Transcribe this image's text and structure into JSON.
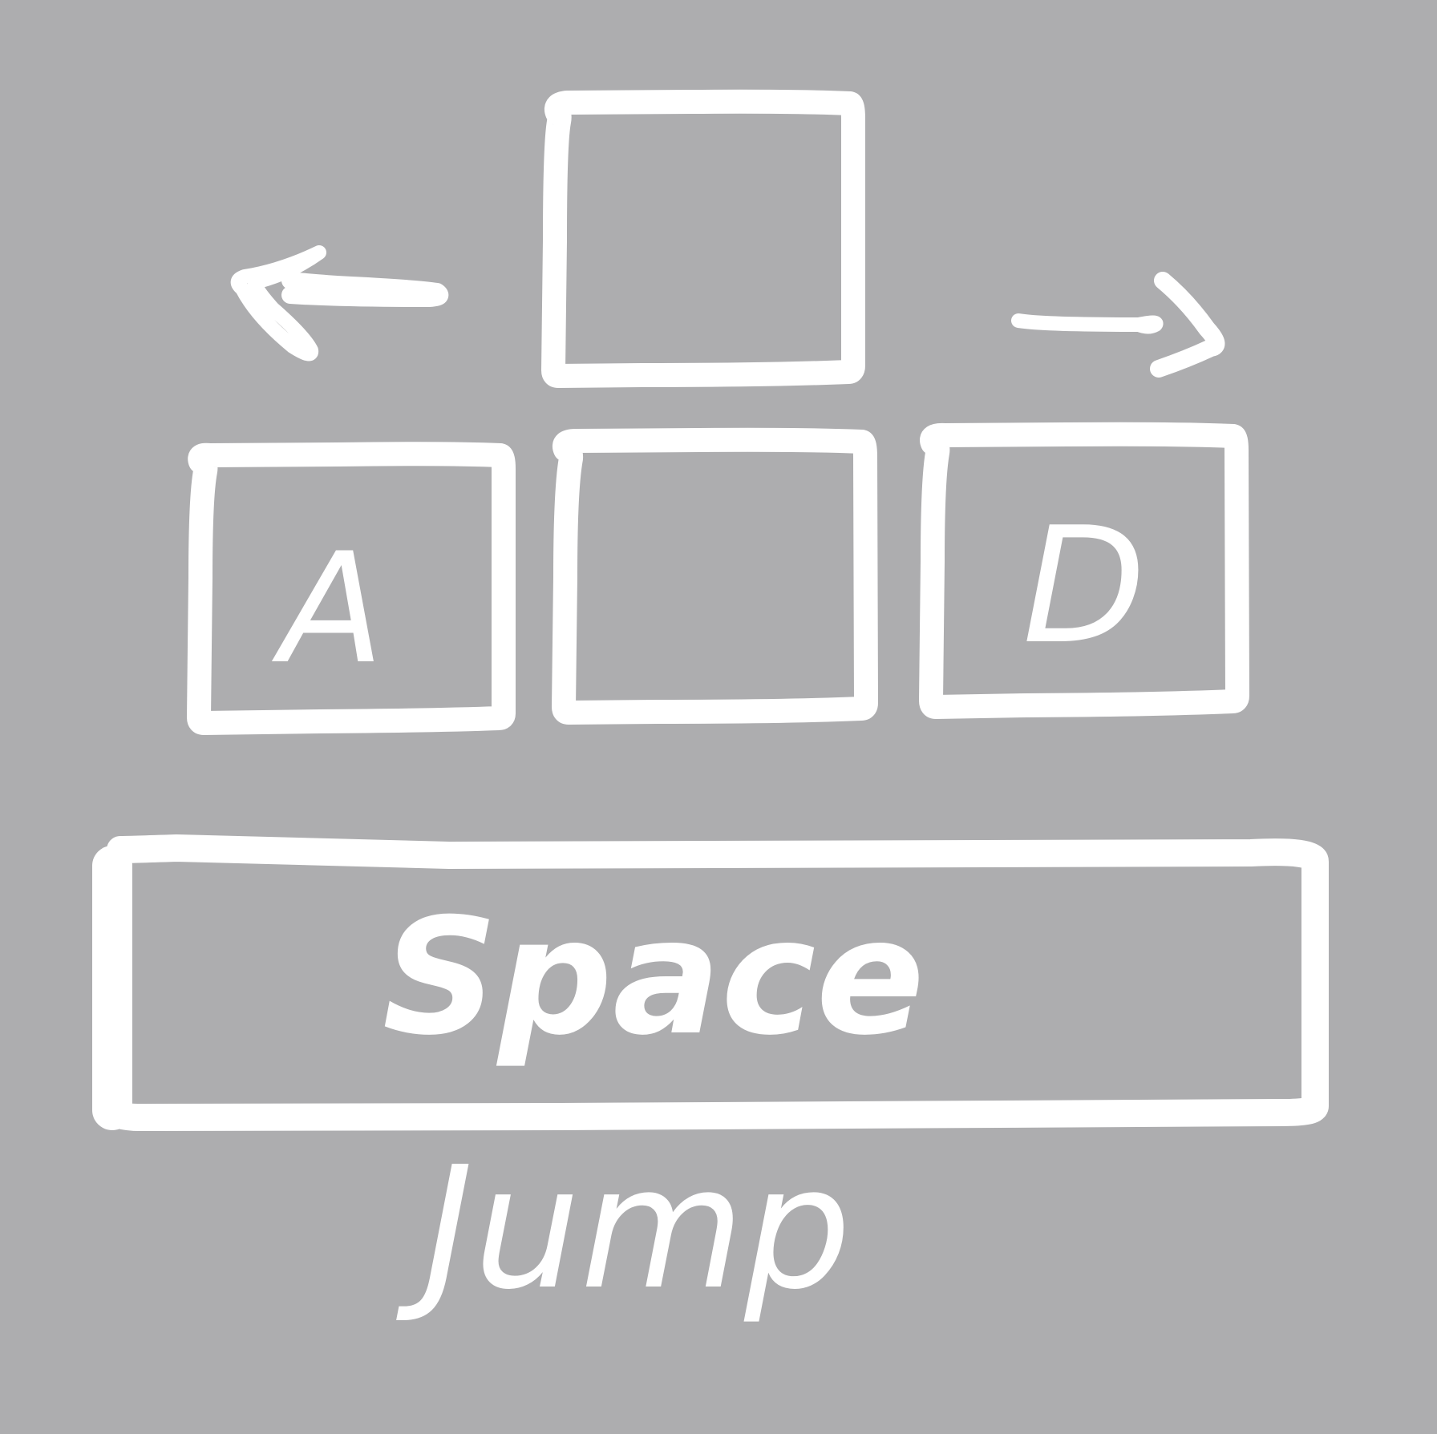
{
  "colors": {
    "background": "#ADADAF",
    "ink": "#FFFFFF"
  },
  "keys": {
    "w": {
      "label": ""
    },
    "a": {
      "label": "A"
    },
    "s": {
      "label": ""
    },
    "d": {
      "label": "D"
    },
    "space": {
      "label": "Space"
    }
  },
  "arrows": {
    "left": {
      "icon": "arrow-left-icon"
    },
    "right": {
      "icon": "arrow-right-icon"
    }
  },
  "captions": {
    "space_action": "Jump"
  }
}
